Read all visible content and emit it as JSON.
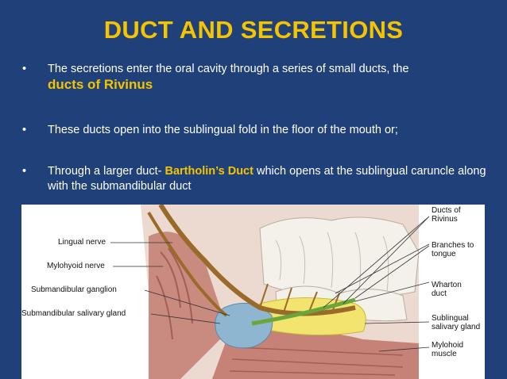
{
  "slide": {
    "title": "DUCT AND SECRETIONS",
    "bullet_symbol": "•",
    "bullets": [
      {
        "text": "The secretions enter the oral cavity through a series of small ducts, the",
        "highlight": "ducts of Rivinus"
      },
      {
        "text": "These ducts open into the sublingual fold in the floor of the mouth or;"
      },
      {
        "prefix": "Through a larger duct- ",
        "highlight": "Bartholin’s Duct",
        "suffix": " which opens at the sublingual caruncle along with the submandibular duct"
      }
    ]
  },
  "figure": {
    "left_labels": [
      "Lingual nerve",
      "Mylohyoid nerve",
      "Submandibular ganglion",
      "Submandibular salivary gland"
    ],
    "right_labels": [
      {
        "line1": "Ducts of",
        "line2": "Rivinus"
      },
      {
        "line1": "Branches to",
        "line2": "tongue"
      },
      {
        "line1": "Wharton",
        "line2": "duct"
      },
      {
        "line1": "Sublingual",
        "line2": "salivary gland"
      },
      {
        "line1": "Mylohoid",
        "line2": "muscle"
      }
    ]
  },
  "colors": {
    "background": "#1f4079",
    "title": "#f5c400",
    "highlight": "#f5c400",
    "text": "#ffffff"
  }
}
